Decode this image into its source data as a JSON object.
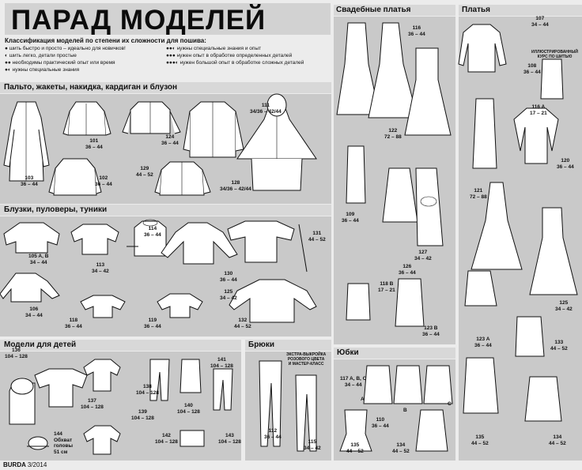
{
  "header": {
    "title": "ПАРАД МОДЕЛЕЙ"
  },
  "legend": {
    "heading": "Классификация моделей по степени их сложности для пошива:",
    "items": [
      "шить быстро и просто – идеально для новичков!",
      "шить легко, детали простые",
      "необходимы практический опыт или время",
      "нужны специальные знания",
      "нужны специальные знания и опыт",
      "нужен опыт в обработке определенных деталей",
      "нужен большой опыт в обработке сложных деталей"
    ]
  },
  "sections": {
    "coats": "Пальто, жакеты, накидка, кардиган и блузон",
    "blouses": "Блузки, пуловеры, туники",
    "kids": "Модели для детей",
    "trousers": "Брюки",
    "wedding": "Свадебные платья",
    "dresses": "Платья",
    "skirts": "Юбки"
  },
  "labels": {
    "coat103": "103\n36 – 44",
    "coat101": "101\n36 – 44",
    "coat124": "124\n36 – 44",
    "coat111": "111\n34/36 – 42/44",
    "coat102": "102\n36 – 44",
    "coat129": "129\n44 – 52",
    "coat128": "128\n34/36 – 42/44",
    "bl105": "105 A, B\n34 – 44",
    "bl113": "113\n34 – 42",
    "bl114": "114\n36 – 44",
    "bl130": "130\n36 – 44",
    "bl131": "131\n44 – 52",
    "bl106": "106\n34 – 44",
    "bl118": "118\n36 – 44",
    "bl119": "119\n36 – 44",
    "bl125": "125\n34 – 42",
    "bl132": "132\n44 – 52",
    "k136": "136\n104 – 128",
    "k137": "137\n104 – 128",
    "k138": "138\n104 – 128",
    "k139": "139\n104 – 128",
    "k140": "140\n104 – 128",
    "k142": "142\n104 – 128",
    "k143": "143\n104 – 128",
    "k141": "141\n104 – 128",
    "k144": "144\nОбхват\nголовы\n51 см",
    "tr_note": "ЭКСТРА-ВЫКРОЙКА\nРОЗОВОГО ЦВЕТА\nИ МАСТЕР-КЛАСС",
    "tr112": "112\n36 – 44",
    "tr115": "115\n34 – 42",
    "w116": "116\n36 – 44",
    "w122": "122\n72 – 88",
    "w109": "109\n36 – 44",
    "w126": "126\n36 – 44",
    "w127": "127\n34 – 42",
    "w118b": "118 B\n17 – 21",
    "w123b": "123 B\n36 – 44",
    "d107": "107\n34 – 44",
    "d_note": "ИЛЛЮСТРИРОВАННЫЙ\nКУРС ПО ШИТЬЮ",
    "d108": "108\n36 – 44",
    "d116a": "116 A\n17 – 21",
    "d120": "120\n36 – 44",
    "d121": "121\n72 – 88",
    "d125": "125\n34 – 42",
    "d123a": "123 A\n36 – 44",
    "d133": "133\n44 – 52",
    "d135": "135\n44 – 52",
    "d134": "134\n44 – 52",
    "s117": "117 A, B, C\n34 – 44",
    "s_a": "A",
    "s_b": "B",
    "s_c": "C",
    "s110": "110\n36 – 44",
    "s135": "135\n44 – 52",
    "s134": "134\n44 – 52"
  },
  "footer": {
    "brand": "BURDA",
    "issue": "3/2014"
  }
}
